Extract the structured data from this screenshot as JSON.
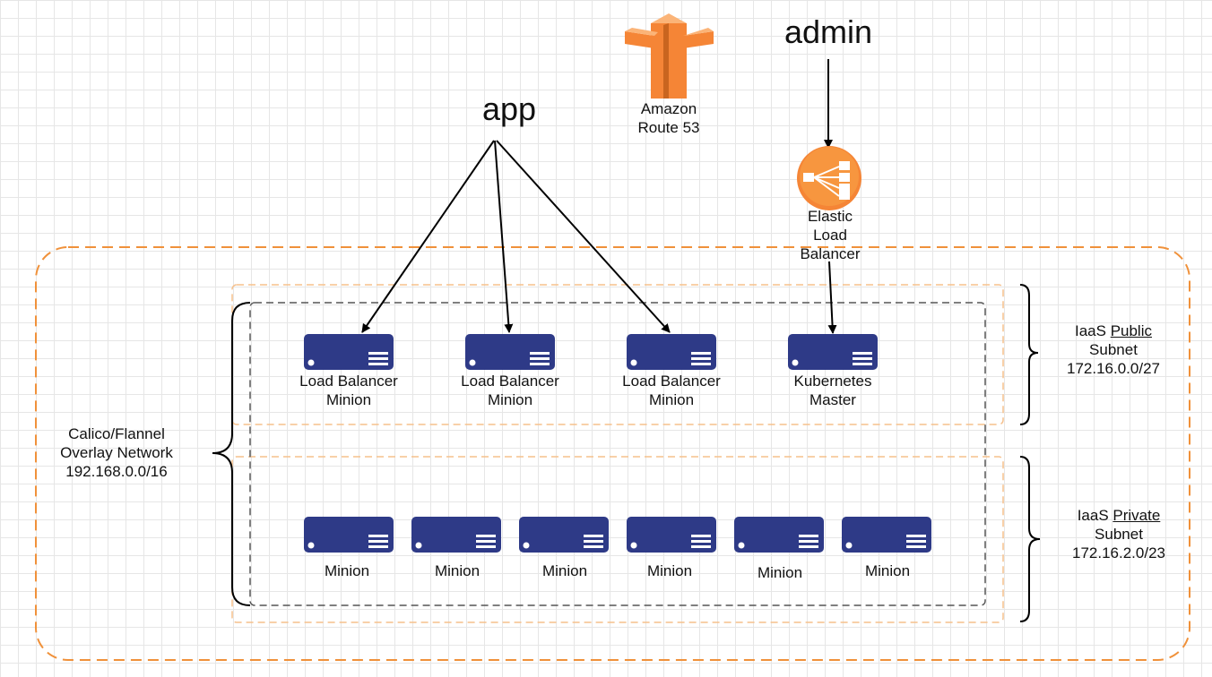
{
  "actors": {
    "app": "app",
    "admin": "admin"
  },
  "route53": {
    "line1": "Amazon",
    "line2": "Route 53",
    "icon": "route53-icon",
    "color": "#f58536"
  },
  "elb": {
    "line1": "Elastic",
    "line2": "Load",
    "line3": "Balancer",
    "icon": "load-balancer-icon",
    "color": "#f58536"
  },
  "overlay": {
    "line1": "Calico/Flannel",
    "line2": "Overlay Network",
    "line3": "192.168.0.0/16",
    "border_color": "#f0913a"
  },
  "public_subnet": {
    "prefix": "IaaS ",
    "emph": "Public",
    "line2": "Subnet",
    "line3": "172.16.0.0/27",
    "border_color": "#f5c08c"
  },
  "private_subnet": {
    "prefix": "IaaS ",
    "emph": "Private",
    "line2": "Subnet",
    "line3": "172.16.2.0/23",
    "border_color": "#f5c08c"
  },
  "public_nodes": [
    {
      "line1": "Load Balancer",
      "line2": "Minion"
    },
    {
      "line1": "Load Balancer",
      "line2": "Minion"
    },
    {
      "line1": "Load Balancer",
      "line2": "Minion"
    },
    {
      "line1": "Kubernetes",
      "line2": "Master"
    }
  ],
  "private_nodes": [
    {
      "label": "Minion"
    },
    {
      "label": "Minion"
    },
    {
      "label": "Minion"
    },
    {
      "label": "Minion"
    },
    {
      "label": "Minion"
    },
    {
      "label": "Minion"
    }
  ],
  "colors": {
    "server": "#2e3a87",
    "arrow": "#000000",
    "cluster_border": "#555555"
  }
}
